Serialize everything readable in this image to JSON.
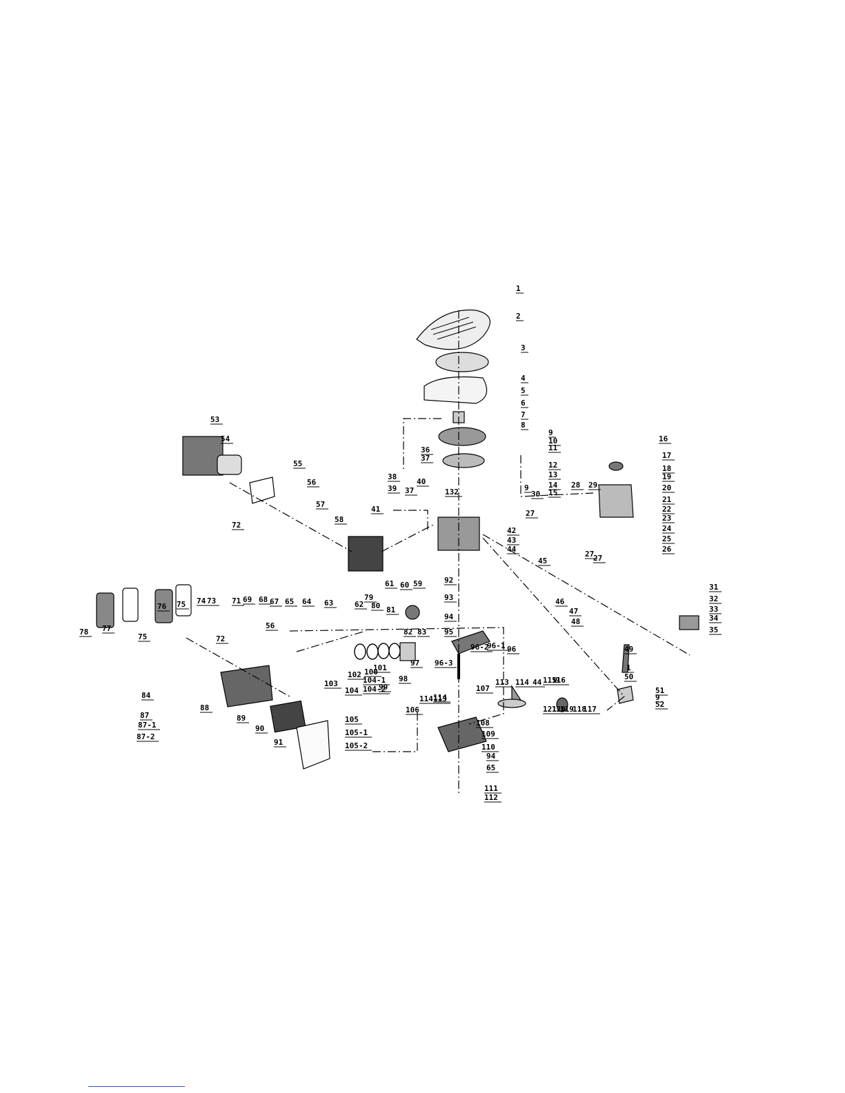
{
  "diagram": {
    "type": "exploded parts diagram",
    "part_numbers": [
      "1",
      "2",
      "3",
      "4",
      "5",
      "6",
      "7",
      "8",
      "9",
      "10",
      "11",
      "12",
      "13",
      "14",
      "15",
      "16",
      "17",
      "18",
      "19",
      "20",
      "21",
      "22",
      "23",
      "24",
      "25",
      "26",
      "27",
      "28",
      "29",
      "30",
      "31",
      "32",
      "33",
      "34",
      "35",
      "36",
      "37",
      "38",
      "39",
      "40",
      "41",
      "42",
      "43",
      "44",
      "45",
      "46",
      "47",
      "48",
      "49",
      "50",
      "51",
      "52",
      "53",
      "54",
      "55",
      "56",
      "57",
      "58",
      "59",
      "60",
      "61",
      "62",
      "63",
      "64",
      "65",
      "67",
      "68",
      "69",
      "71",
      "72",
      "73",
      "74",
      "75",
      "76",
      "77",
      "78",
      "79",
      "80",
      "81",
      "82",
      "83",
      "84",
      "87",
      "87-1",
      "87-2",
      "88",
      "89",
      "90",
      "91",
      "92",
      "93",
      "94",
      "95",
      "96",
      "96-1",
      "96-2",
      "96-3",
      "97",
      "98",
      "99",
      "100",
      "101",
      "102",
      "103",
      "104",
      "104-1",
      "104-2",
      "105",
      "105-1",
      "105-2",
      "106",
      "107",
      "108",
      "109",
      "110",
      "111",
      "112",
      "113",
      "114",
      "115",
      "116",
      "117",
      "118",
      "119",
      "120",
      "121",
      "132"
    ]
  },
  "colors": {
    "ink": "#000000",
    "paper": "#ffffff",
    "footer_rule": "#3050c8"
  }
}
